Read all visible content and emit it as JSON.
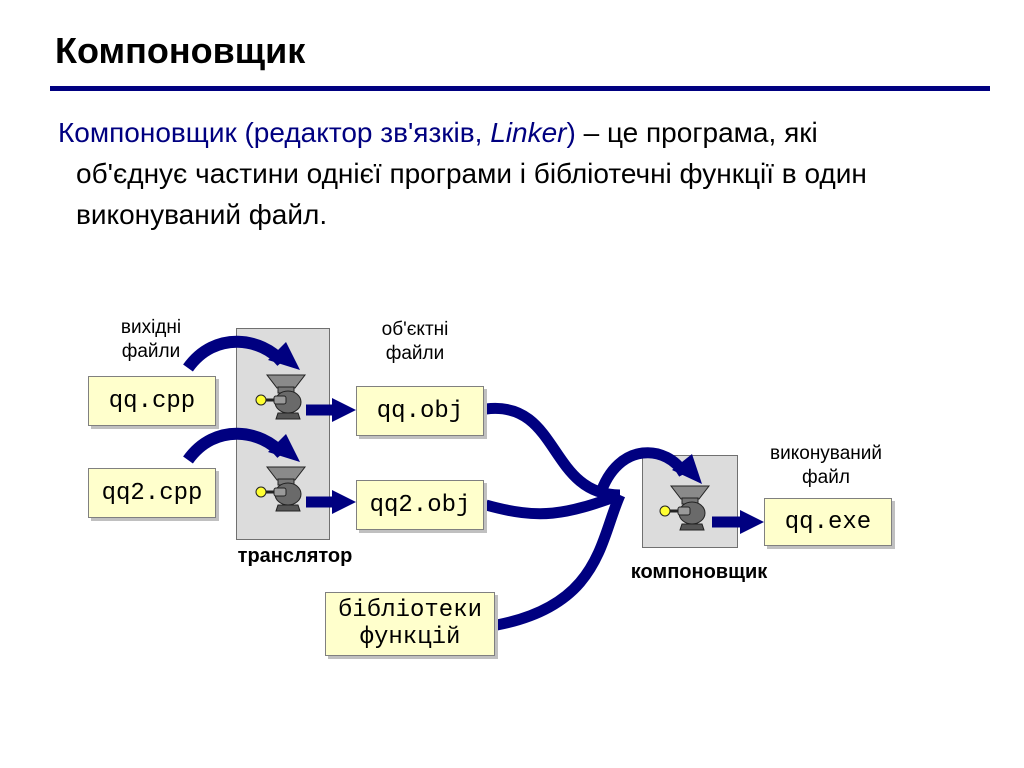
{
  "slide": {
    "title": "Компоновщик"
  },
  "definition": {
    "term": "Компоновщик (редактор зв'язків, ",
    "term_italic": "Linker",
    "term_close": ")",
    "body": " – це програма, які об'єднує частини однієї програми і бібліотечні функції в один виконуваний файл."
  },
  "diagram": {
    "labels": {
      "source_files": "вихідні\nфайли",
      "object_files": "об'єктні\nфайли",
      "executable_file": "виконуваний\nфайл",
      "translator": "транслятор",
      "linker": "компоновщик"
    },
    "boxes": {
      "qq_cpp": "qq.cpp",
      "qq2_cpp": "qq2.cpp",
      "qq_obj": "qq.obj",
      "qq2_obj": "qq2.obj",
      "libraries": "бібліотеки\nфункцій",
      "qq_exe": "qq.exe"
    },
    "icons": {
      "translator_1": "meat-grinder-icon",
      "translator_2": "meat-grinder-icon",
      "linker": "meat-grinder-icon"
    },
    "colors": {
      "arrow": "#000080",
      "box_fill": "#ffffcc",
      "panel_fill": "#dcdcdc"
    }
  }
}
